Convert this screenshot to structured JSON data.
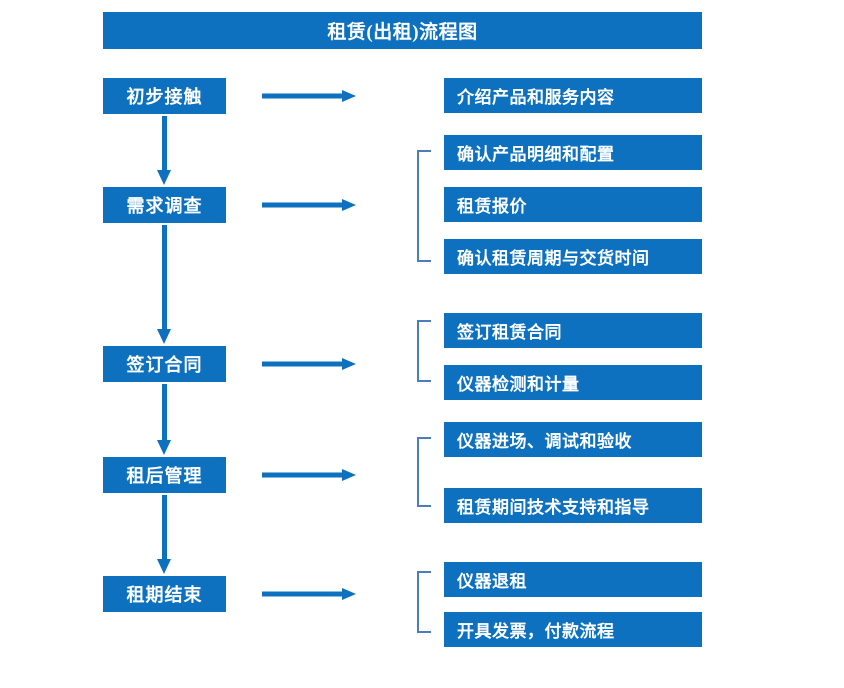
{
  "diagram": {
    "title": "租赁(出租)流程图",
    "colors": {
      "box_fill": "#0d71bf",
      "box_text": "#ffffff",
      "arrow": "#0d71bf",
      "bracket": "#4a7ebb",
      "background": "#ffffff"
    },
    "stages": [
      {
        "label": "初步接触"
      },
      {
        "label": "需求调查"
      },
      {
        "label": "签订合同"
      },
      {
        "label": "租后管理"
      },
      {
        "label": "租期结束"
      }
    ],
    "details": [
      {
        "label": "介绍产品和服务内容"
      },
      {
        "label": "确认产品明细和配置"
      },
      {
        "label": "租赁报价"
      },
      {
        "label": "确认租赁周期与交货时间"
      },
      {
        "label": "签订租赁合同"
      },
      {
        "label": "仪器检测和计量"
      },
      {
        "label": "仪器进场、调试和验收"
      },
      {
        "label": "租赁期间技术支持和指导"
      },
      {
        "label": "仪器退租"
      },
      {
        "label": "开具发票，付款流程"
      }
    ]
  }
}
